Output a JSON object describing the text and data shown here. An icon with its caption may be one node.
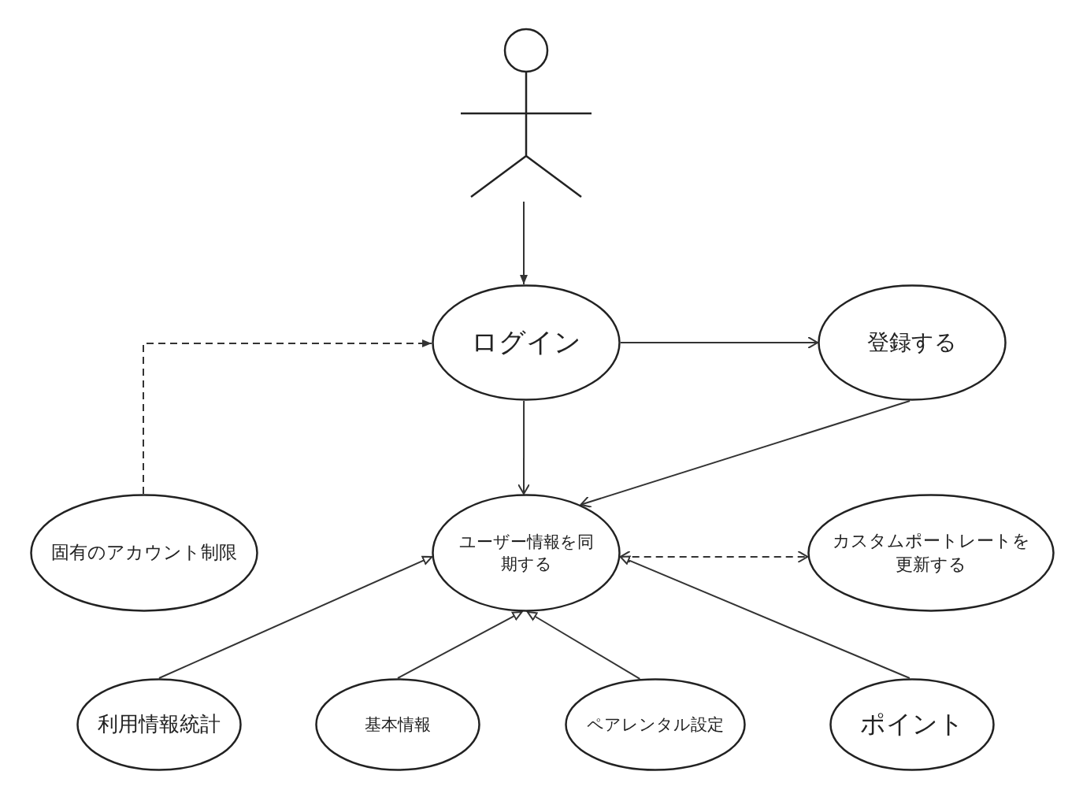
{
  "diagram": {
    "nodes": [
      {
        "text": [],
        "shape": "person"
      },
      {
        "text": [
          "ログイン"
        ]
      },
      {
        "text": [
          "登録する"
        ]
      },
      {
        "text": [
          "固有のアカウント制限"
        ]
      },
      {
        "text": [
          "ユーザー情報を同期する"
        ]
      },
      {
        "text": [
          "カスタムポートレートを更新する"
        ]
      },
      {
        "text": [
          "利用情報統計"
        ]
      },
      {
        "text": [
          "基本情報"
        ]
      },
      {
        "text": [
          "ペアレンタル設定"
        ]
      },
      {
        "text": [
          "ポイント"
        ]
      }
    ],
    "edges": [
      {
        "from": 0,
        "to": 1,
        "arrow": "to"
      },
      {
        "from": 1,
        "to": 2,
        "arrow": "to"
      },
      {
        "from": 3,
        "to": 1,
        "arrow": "to",
        "style": "dashed"
      },
      {
        "from": 1,
        "to": 4,
        "arrow": "to"
      },
      {
        "from": 2,
        "to": 4,
        "arrow": "to"
      },
      {
        "from": 4,
        "to": 5,
        "arrow": "both",
        "style": "dashed"
      },
      {
        "from": 6,
        "to": 4,
        "arrow": "to"
      },
      {
        "from": 7,
        "to": 4,
        "arrow": "to"
      },
      {
        "from": 8,
        "to": 4,
        "arrow": "to"
      },
      {
        "from": 9,
        "to": 4,
        "arrow": "to"
      }
    ]
  }
}
